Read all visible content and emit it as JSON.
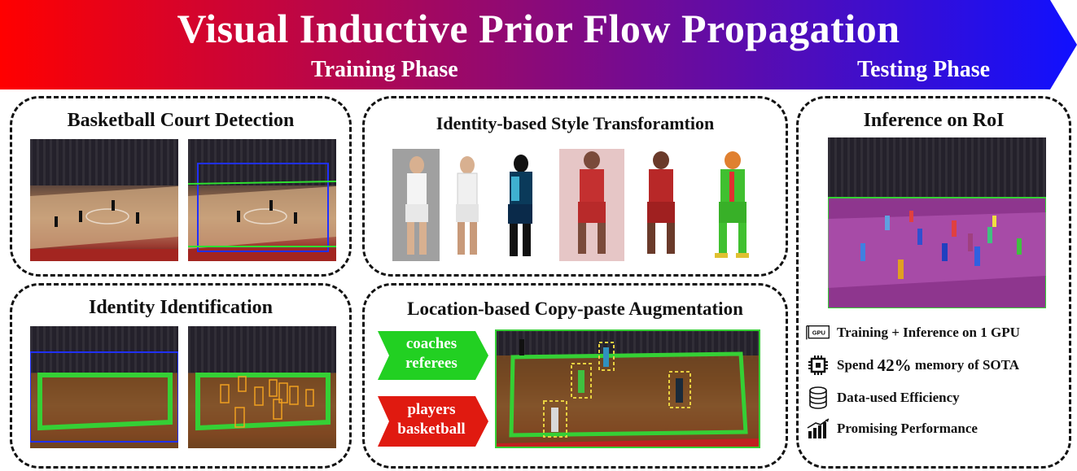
{
  "header": {
    "title": "Visual Inductive Prior Flow Propagation",
    "training_phase": "Training Phase",
    "testing_phase": "Testing Phase",
    "gradient_start": "#ff0000",
    "gradient_end": "#1010ff"
  },
  "panels": {
    "court_detection": {
      "title": "Basketball Court Detection"
    },
    "identity_identification": {
      "title": "Identity Identification"
    },
    "style_transformation": {
      "title": "Identity-based Style Transforamtion"
    },
    "copy_paste": {
      "title": "Location-based Copy-paste Augmentation",
      "green_label_line1": "coaches",
      "green_label_line2": "referees",
      "red_label_line1": "players",
      "red_label_line2": "basketball"
    },
    "inference": {
      "title": "Inference on RoI",
      "stats": [
        {
          "icon": "gpu-icon",
          "text": "Training + Inference on 1 GPU"
        },
        {
          "icon": "chip-icon",
          "text_before": "Spend",
          "highlight": "42%",
          "text_after": "memory of  SOTA"
        },
        {
          "icon": "database-icon",
          "text": "Data-used Efficiency"
        },
        {
          "icon": "bar-chart-icon",
          "text": "Promising Performance"
        }
      ],
      "gpu_icon_text": "GPU"
    }
  }
}
